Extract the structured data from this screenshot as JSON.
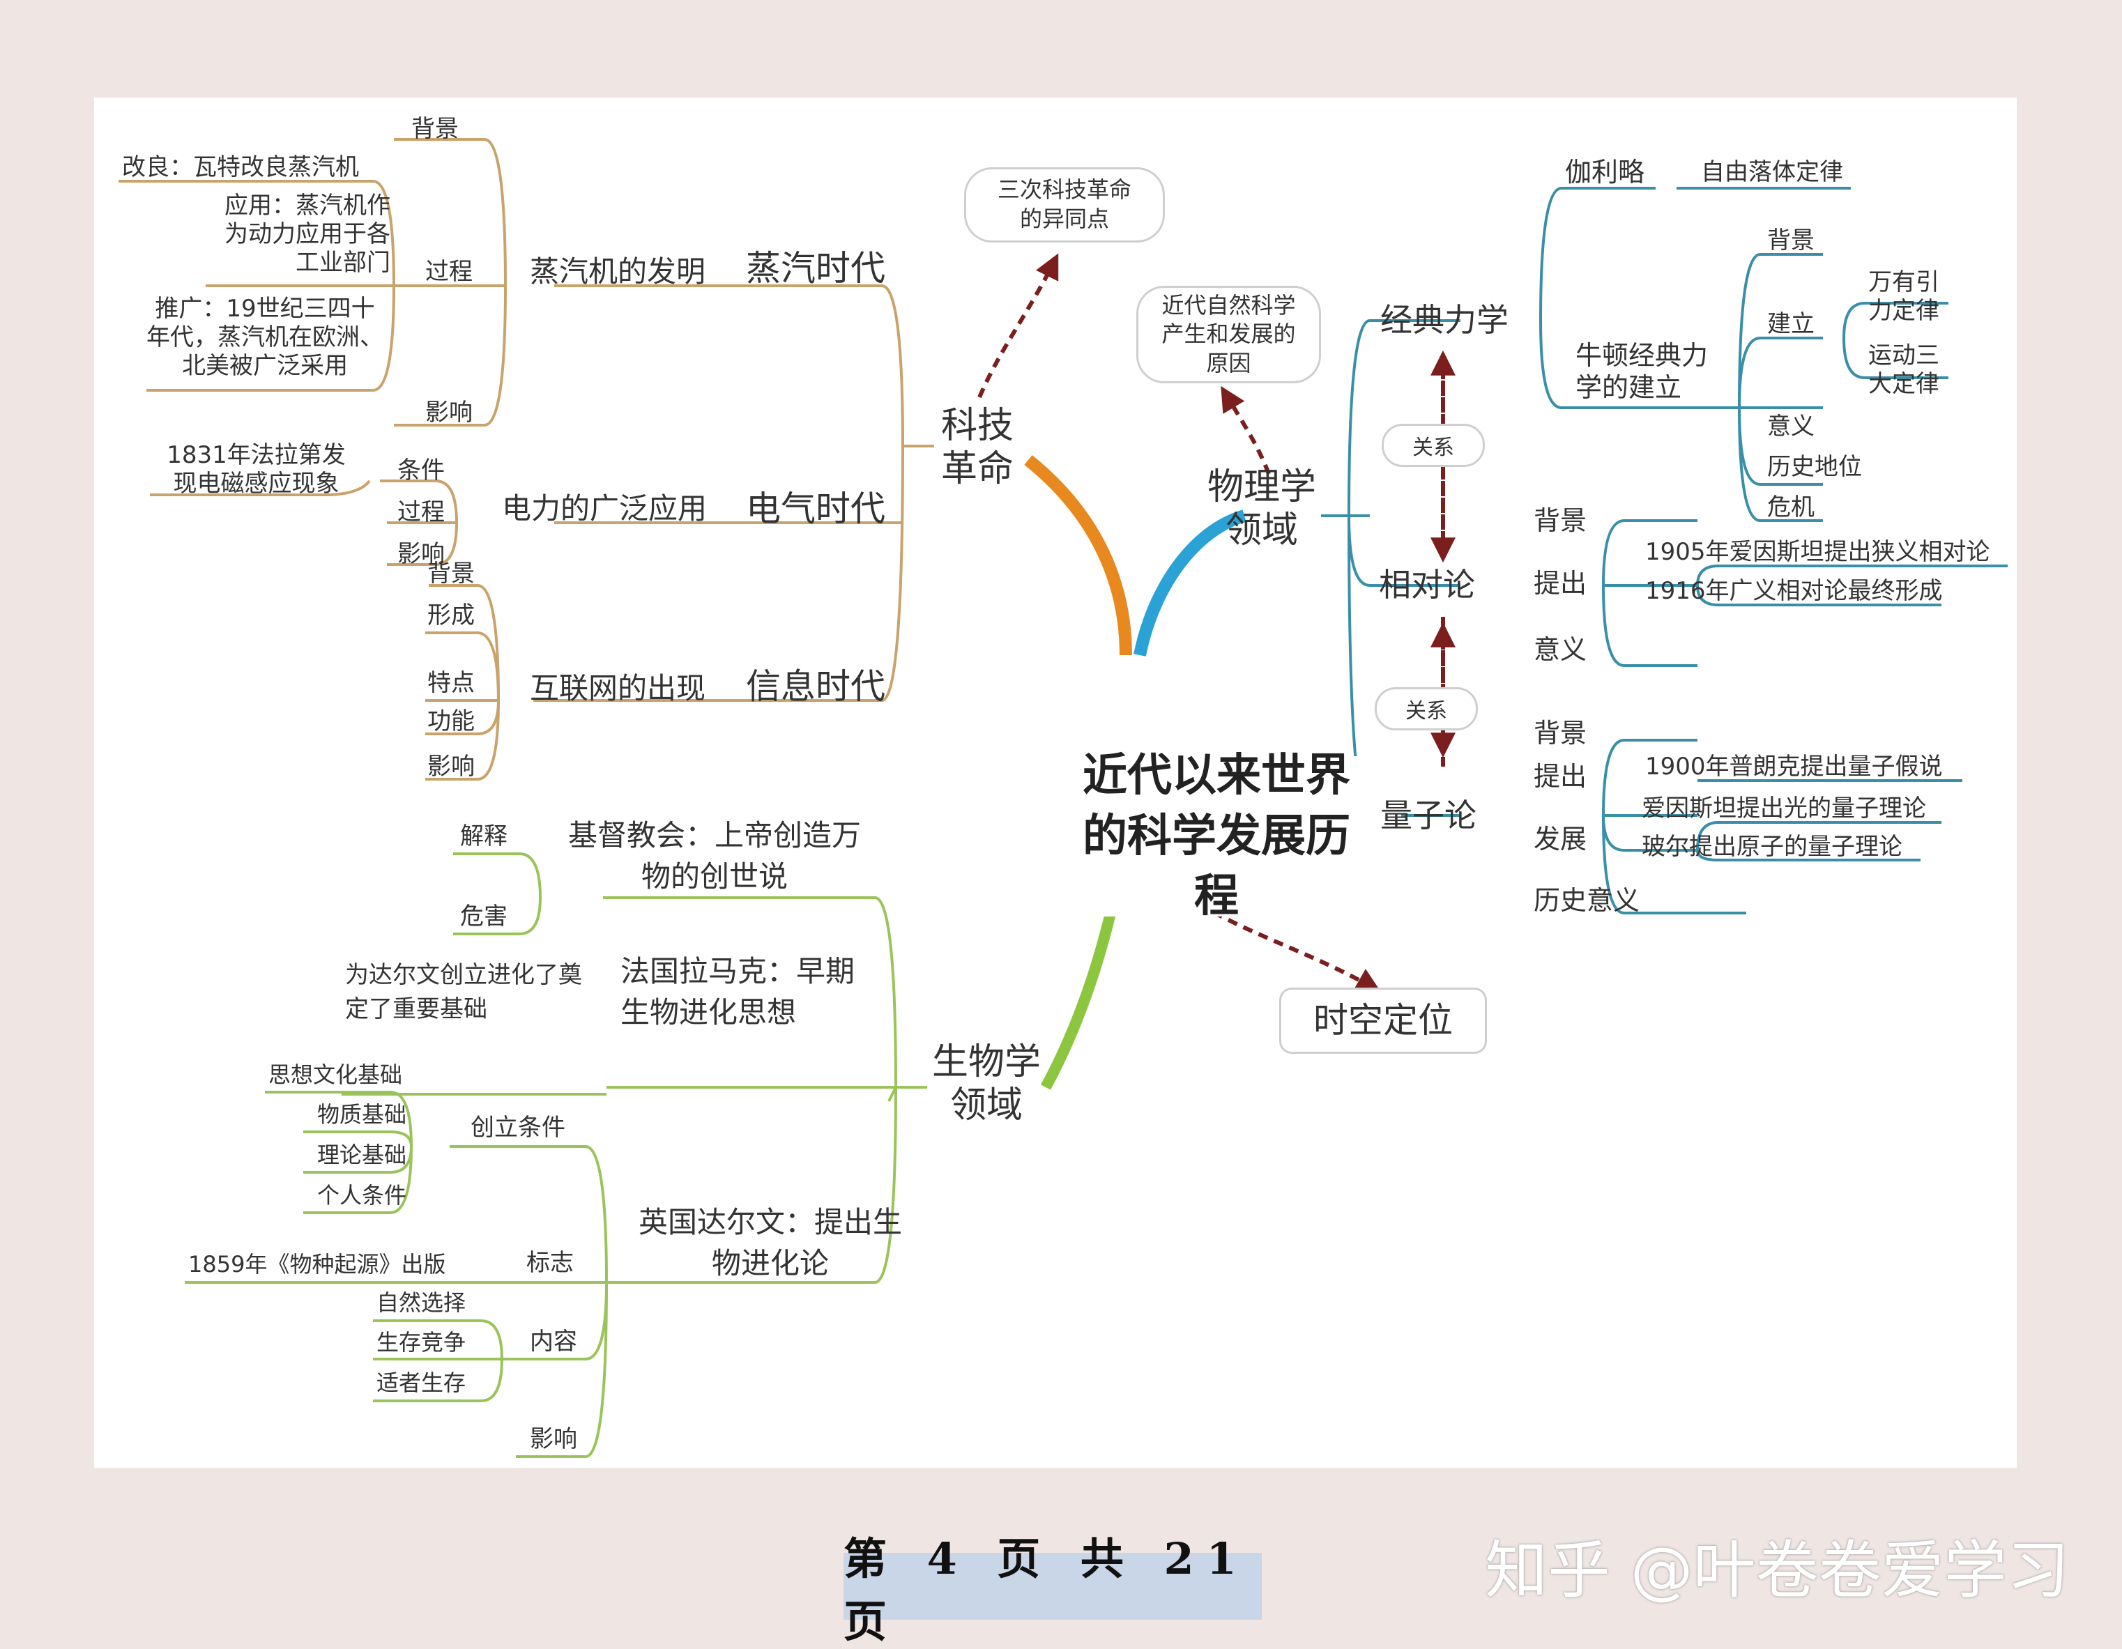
{
  "center": {
    "title": "近代以来世界的科学发展历程"
  },
  "tech": {
    "label": "科技革命",
    "note": "三次科技革命的异同点",
    "steam": {
      "era": "蒸汽时代",
      "topic": "蒸汽机的发明",
      "background": "背景",
      "process": "过程",
      "influence": "影响",
      "improve": "改良：瓦特改良蒸汽机",
      "apply": "应用：蒸汽机作为动力应用于各工业部门",
      "promote": "推广：19世纪三四十年代，蒸汽机在欧洲、北美被广泛采用"
    },
    "electric": {
      "era": "电气时代",
      "topic": "电力的广泛应用",
      "condition": "条件",
      "process": "过程",
      "influence": "影响",
      "faraday": "1831年法拉第发现电磁感应现象"
    },
    "info": {
      "era": "信息时代",
      "topic": "互联网的出现",
      "items": [
        "背景",
        "形成",
        "特点",
        "功能",
        "影响"
      ]
    }
  },
  "bio": {
    "label": "生物学领域",
    "church": {
      "topic": "基督教会：上帝创造万物的创世说",
      "explain": "解释",
      "harm": "危害"
    },
    "lamarck": {
      "topic": "法国拉马克：早期生物进化思想",
      "note": "为达尔文创立进化了奠定了重要基础"
    },
    "darwin": {
      "topic": "英国达尔文：提出生物进化论",
      "conditions": "创立条件",
      "condition_items": [
        "思想文化基础",
        "物质基础",
        "理论基础",
        "个人条件"
      ],
      "mark": "标志",
      "mark_note": "1859年《物种起源》出版",
      "content": "内容",
      "content_items": [
        "自然选择",
        "生存竞争",
        "适者生存"
      ],
      "influence": "影响"
    }
  },
  "physics": {
    "label": "物理学领域",
    "note": "近代自然科学产生和发展的原因",
    "relation": "关系",
    "classical": {
      "label": "经典力学",
      "galileo": "伽利略",
      "galileo_law": "自由落体定律",
      "newton": "牛顿经典力学的建立",
      "background": "背景",
      "establish": "建立",
      "gravity": "万有引力定律",
      "motion": "运动三大定律",
      "meaning": "意义",
      "status": "历史地位",
      "crisis": "危机"
    },
    "relativity": {
      "label": "相对论",
      "background": "背景",
      "propose": "提出",
      "meaning": "意义",
      "r1905": "1905年爱因斯坦提出狭义相对论",
      "r1916": "1916年广义相对论最终形成"
    },
    "quantum": {
      "label": "量子论",
      "background": "背景",
      "propose": "提出",
      "develop": "发展",
      "history": "历史意义",
      "planck": "1900年普朗克提出量子假说",
      "einstein": "爱因斯坦提出光的量子理论",
      "bohr": "玻尔提出原子的量子理论"
    }
  },
  "spacetime": {
    "label": "时空定位"
  },
  "footer": {
    "page": "第 4 页 共 21 页"
  },
  "watermark": {
    "text": "知乎 @叶卷卷爱学习"
  },
  "colors": {
    "tech_branch": "#e8891f",
    "physics_branch": "#2aa2d6",
    "bio_branch": "#8cc63f",
    "tech_line": "#c9a36b",
    "physics_line": "#3a8fa8",
    "bio_line": "#9ac45a",
    "arrow": "#7a1e1e"
  }
}
